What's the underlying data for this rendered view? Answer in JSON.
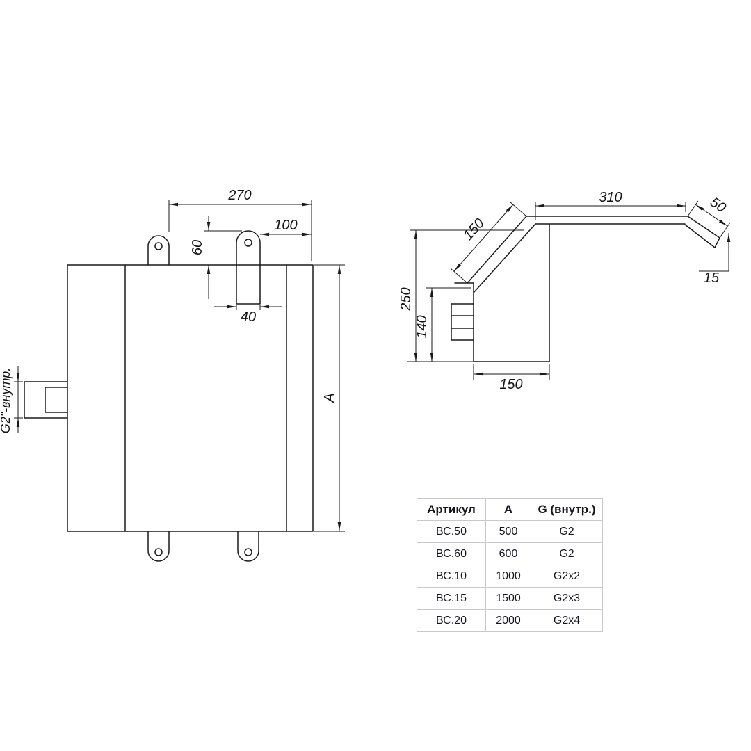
{
  "front": {
    "dim_width": "270",
    "dim_tab_offset": "100",
    "dim_tab_height": "60",
    "dim_tab_width": "40",
    "dim_height": "А",
    "dim_thread": "G2\"-внутр."
  },
  "side": {
    "dim_arm": "310",
    "dim_tip": "50",
    "dim_diagonal": "150",
    "dim_height": "250",
    "dim_body": "140",
    "dim_tip_drop": "15",
    "dim_depth": "150"
  },
  "table": {
    "headers": [
      "Артикул",
      "А",
      "G (внутр.)"
    ],
    "rows": [
      [
        "ВС.50",
        "500",
        "G2"
      ],
      [
        "ВС.60",
        "600",
        "G2"
      ],
      [
        "ВС.10",
        "1000",
        "G2x2"
      ],
      [
        "ВС.15",
        "1500",
        "G2x3"
      ],
      [
        "ВС.20",
        "2000",
        "G2x4"
      ]
    ]
  }
}
